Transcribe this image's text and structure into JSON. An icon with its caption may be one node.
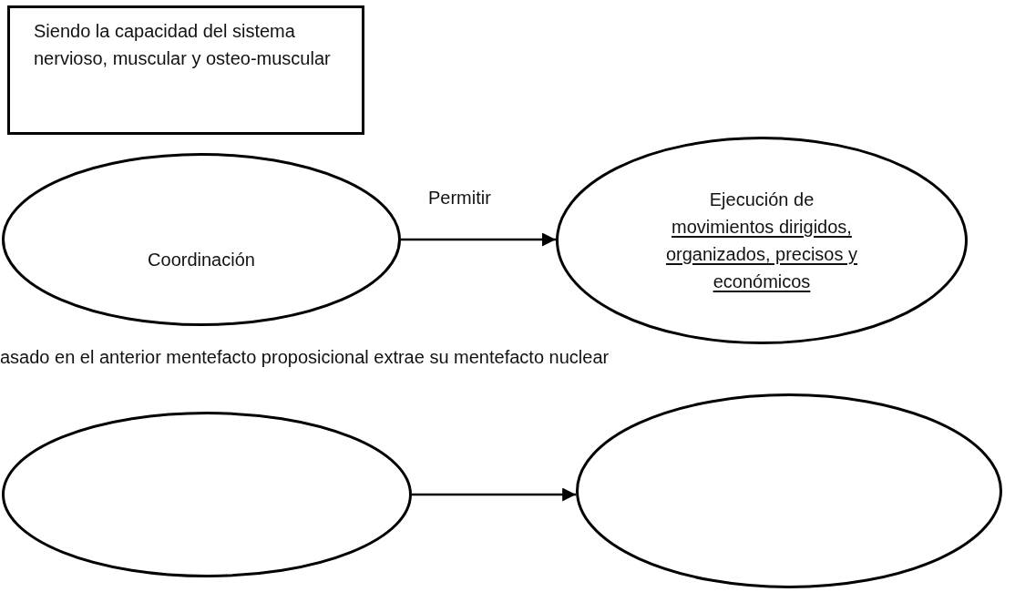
{
  "diagram": {
    "nodes": [
      {
        "text": [
          "Siendo la capacidad del sistema nervioso, muscular y osteo-muscular"
        ]
      },
      {
        "text": [
          "Coordinación"
        ]
      },
      {
        "text": [
          "Ejecución de",
          "movimientos dirigidos, organizados, precisos y económicos"
        ]
      },
      {
        "text": [],
        "shape": "ellipse"
      },
      {
        "text": [],
        "shape": "ellipse"
      }
    ],
    "edges": [
      {
        "from": 1,
        "to": 2,
        "arrow": "to",
        "label": "Permitir"
      },
      {
        "from": 3,
        "to": 4,
        "arrow": "to"
      }
    ],
    "labels": [
      "asado en el anterior mentefacto proposicional extrae su mentefacto nuclear"
    ]
  }
}
